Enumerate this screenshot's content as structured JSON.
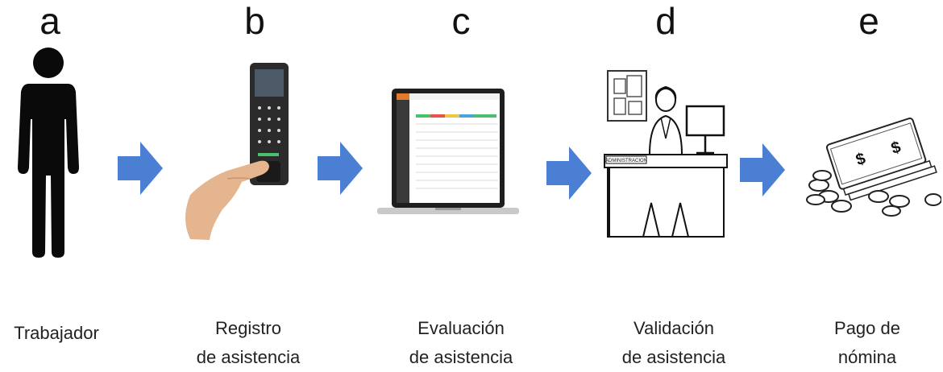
{
  "steps": [
    {
      "letter": "a",
      "label_line1": "Trabajador",
      "label_line2": ""
    },
    {
      "letter": "b",
      "label_line1": "Registro",
      "label_line2": "de asistencia"
    },
    {
      "letter": "c",
      "label_line1": "Evaluación",
      "label_line2": "de asistencia"
    },
    {
      "letter": "d",
      "label_line1": "Validación",
      "label_line2": "de asistencia"
    },
    {
      "letter": "e",
      "label_line1": "Pago de",
      "label_line2": "nómina"
    }
  ],
  "desk_sign": "ADMINISTRACION",
  "currency_symbol": "$",
  "colors": {
    "arrow": "#4a7fd4",
    "figure": "#0a0a0a"
  },
  "icons": [
    "person-icon",
    "fingerprint-scanner-icon",
    "laptop-icon",
    "office-worker-icon",
    "money-icon"
  ]
}
